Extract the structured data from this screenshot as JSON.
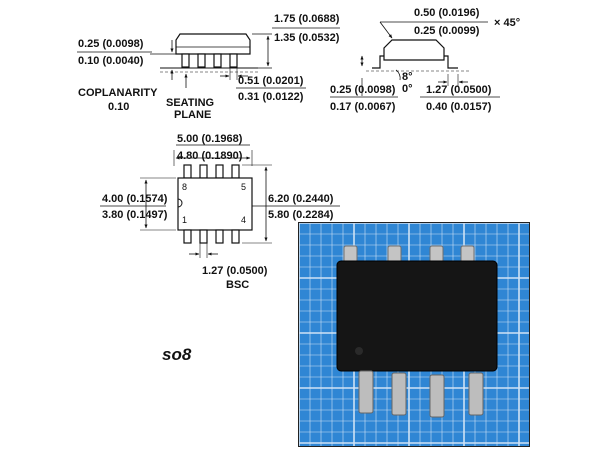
{
  "side_view": {
    "height_max": "1.75 (0.0688)",
    "height_min": "1.35 (0.0532)",
    "standoff_max": "0.25 (0.0098)",
    "standoff_min": "0.10 (0.0040)",
    "lead_width_max": "0.51 (0.0201)",
    "lead_width_min": "0.31 (0.0122)",
    "coplanarity_label": "COPLANARITY",
    "coplanarity_value": "0.10",
    "seating_label": "SEATING",
    "plane_label": "PLANE"
  },
  "end_view": {
    "chamfer_max": "0.50 (0.0196)",
    "chamfer_min": "0.25 (0.0099)",
    "chamfer_angle": "× 45°",
    "angle_max": "8°",
    "angle_min": "0°",
    "lead_thickness_max": "0.25 (0.0098)",
    "lead_thickness_min": "0.17 (0.0067)",
    "foot_length_max": "1.27 (0.0500)",
    "foot_length_min": "0.40 (0.0157)"
  },
  "top_view": {
    "length_max": "5.00 (0.1968)",
    "length_min": "4.80 (0.1890)",
    "body_width_max": "4.00 (0.1574)",
    "body_width_min": "3.80 (0.1497)",
    "overall_width_max": "6.20 (0.2440)",
    "overall_width_min": "5.80 (0.2284)",
    "pitch": "1.27 (0.0500)",
    "pitch_note": "BSC",
    "pin_numbers": [
      "8",
      "5",
      "1",
      "4"
    ]
  },
  "package_name": "so8",
  "colors": {
    "line": "#111111",
    "grid_blue": "#2f86d4",
    "grid_light": "#cfe2f5",
    "chip_body": "#161616",
    "pin_silver": "#b8b8b8"
  }
}
